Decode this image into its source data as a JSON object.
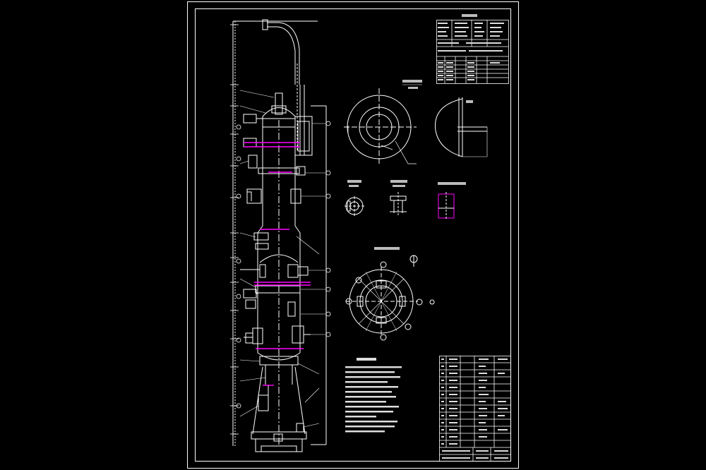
{
  "drawing": {
    "title_block_rows": 12,
    "notes_lines": 14,
    "nozzle_table_rows": 14,
    "colors": {
      "background": "#000000",
      "line": "#ffffff",
      "accent": "#ff00ff",
      "dim": "#cfcfcf"
    }
  }
}
